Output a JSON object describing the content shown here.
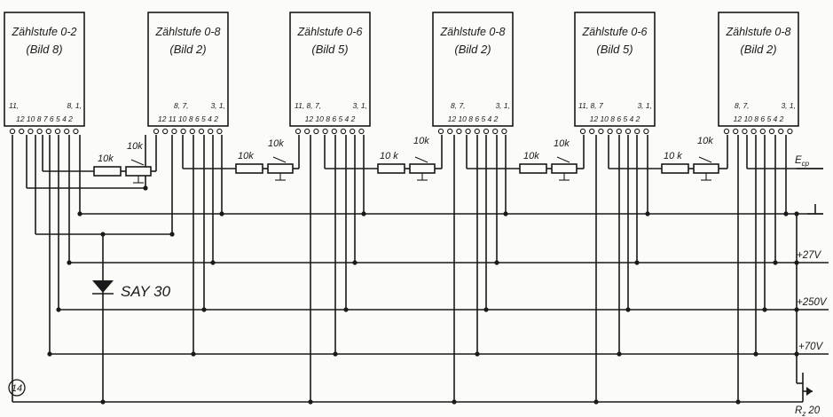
{
  "figure_number": "14",
  "modules": [
    {
      "title": "Zählstufe 0-2",
      "sub": "(Bild 8)",
      "pins_top": "11,",
      "pins_top2": "8, 1,",
      "pins_bottom": "12 10 8 7 6 5 4 2"
    },
    {
      "title": "Zählstufe 0-8",
      "sub": "(Bild 2)",
      "pins_top": "8, 7,",
      "pins_top2": "3, 1,",
      "pins_bottom": "12 11 10 8 6 5 4 2"
    },
    {
      "title": "Zählstufe 0-6",
      "sub": "(Bild 5)",
      "pins_top": "11, 8, 7,",
      "pins_top2": "3, 1,",
      "pins_bottom": "12 10 8 6 5 4 2"
    },
    {
      "title": "Zählstufe 0-8",
      "sub": "(Bild 2)",
      "pins_top": "8, 7,",
      "pins_top2": "3, 1,",
      "pins_bottom": "12 10 8 6 5 4 2"
    },
    {
      "title": "Zählstufe 0-6",
      "sub": "(Bild 5)",
      "pins_top": "11, 8, 7",
      "pins_top2": "3, 1,",
      "pins_bottom": "12 10 8 6 5 4 2"
    },
    {
      "title": "Zählstufe 0-8",
      "sub": "(Bild 2)",
      "pins_top": "8, 7,",
      "pins_top2": "3, 1,",
      "pins_bottom": "12 10 8 6 5 4 2"
    }
  ],
  "resistors": [
    {
      "fixed": "10k",
      "pot": "10k"
    },
    {
      "fixed": "10k",
      "pot": "10k"
    },
    {
      "fixed": "10 k",
      "pot": "10k"
    },
    {
      "fixed": "10k",
      "pot": "10k"
    },
    {
      "fixed": "10 k",
      "pot": "10k"
    }
  ],
  "rails": {
    "ecp": "E",
    "ecp_sub": "cp",
    "ground": "⊥",
    "v27": "+27V",
    "v250": "+250V",
    "v70": "+70V",
    "tube": "R",
    "tube_sub": "z",
    "tube_num": "20"
  },
  "diode_label": "SAY 30"
}
